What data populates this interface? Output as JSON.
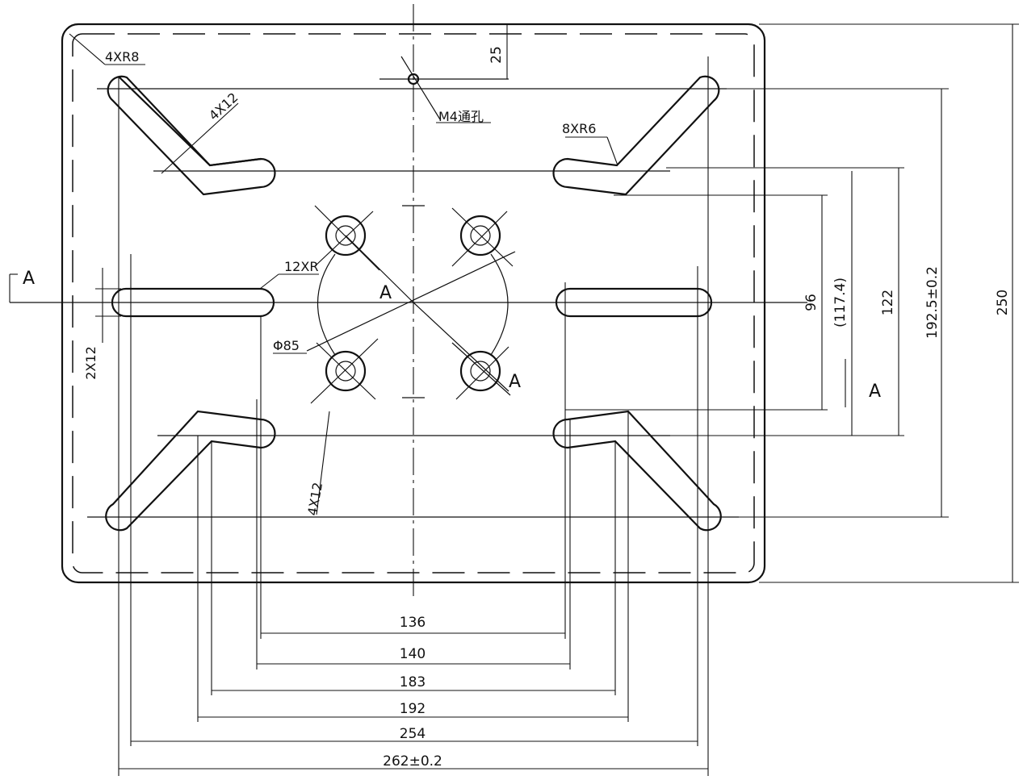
{
  "dimensions": {
    "d136": "136",
    "d140": "140",
    "d183": "183",
    "d192": "192",
    "d254": "254",
    "d262": "262±0.2",
    "d25": "25",
    "d96": "96",
    "d117": "(117.4)",
    "d122": "122",
    "d192v": "192.5±0.2",
    "d250": "250"
  },
  "labels": {
    "corner_radius": "4XR8",
    "slot_width_top": "4X12",
    "slot_width_bottom": "4X12",
    "m4_hole": "M4通孔",
    "slot_radius": "8XR6",
    "side_slot_radius": "12XR",
    "side_slot_width": "2X12",
    "circle_diameter": "Φ85",
    "section_a": "A"
  }
}
